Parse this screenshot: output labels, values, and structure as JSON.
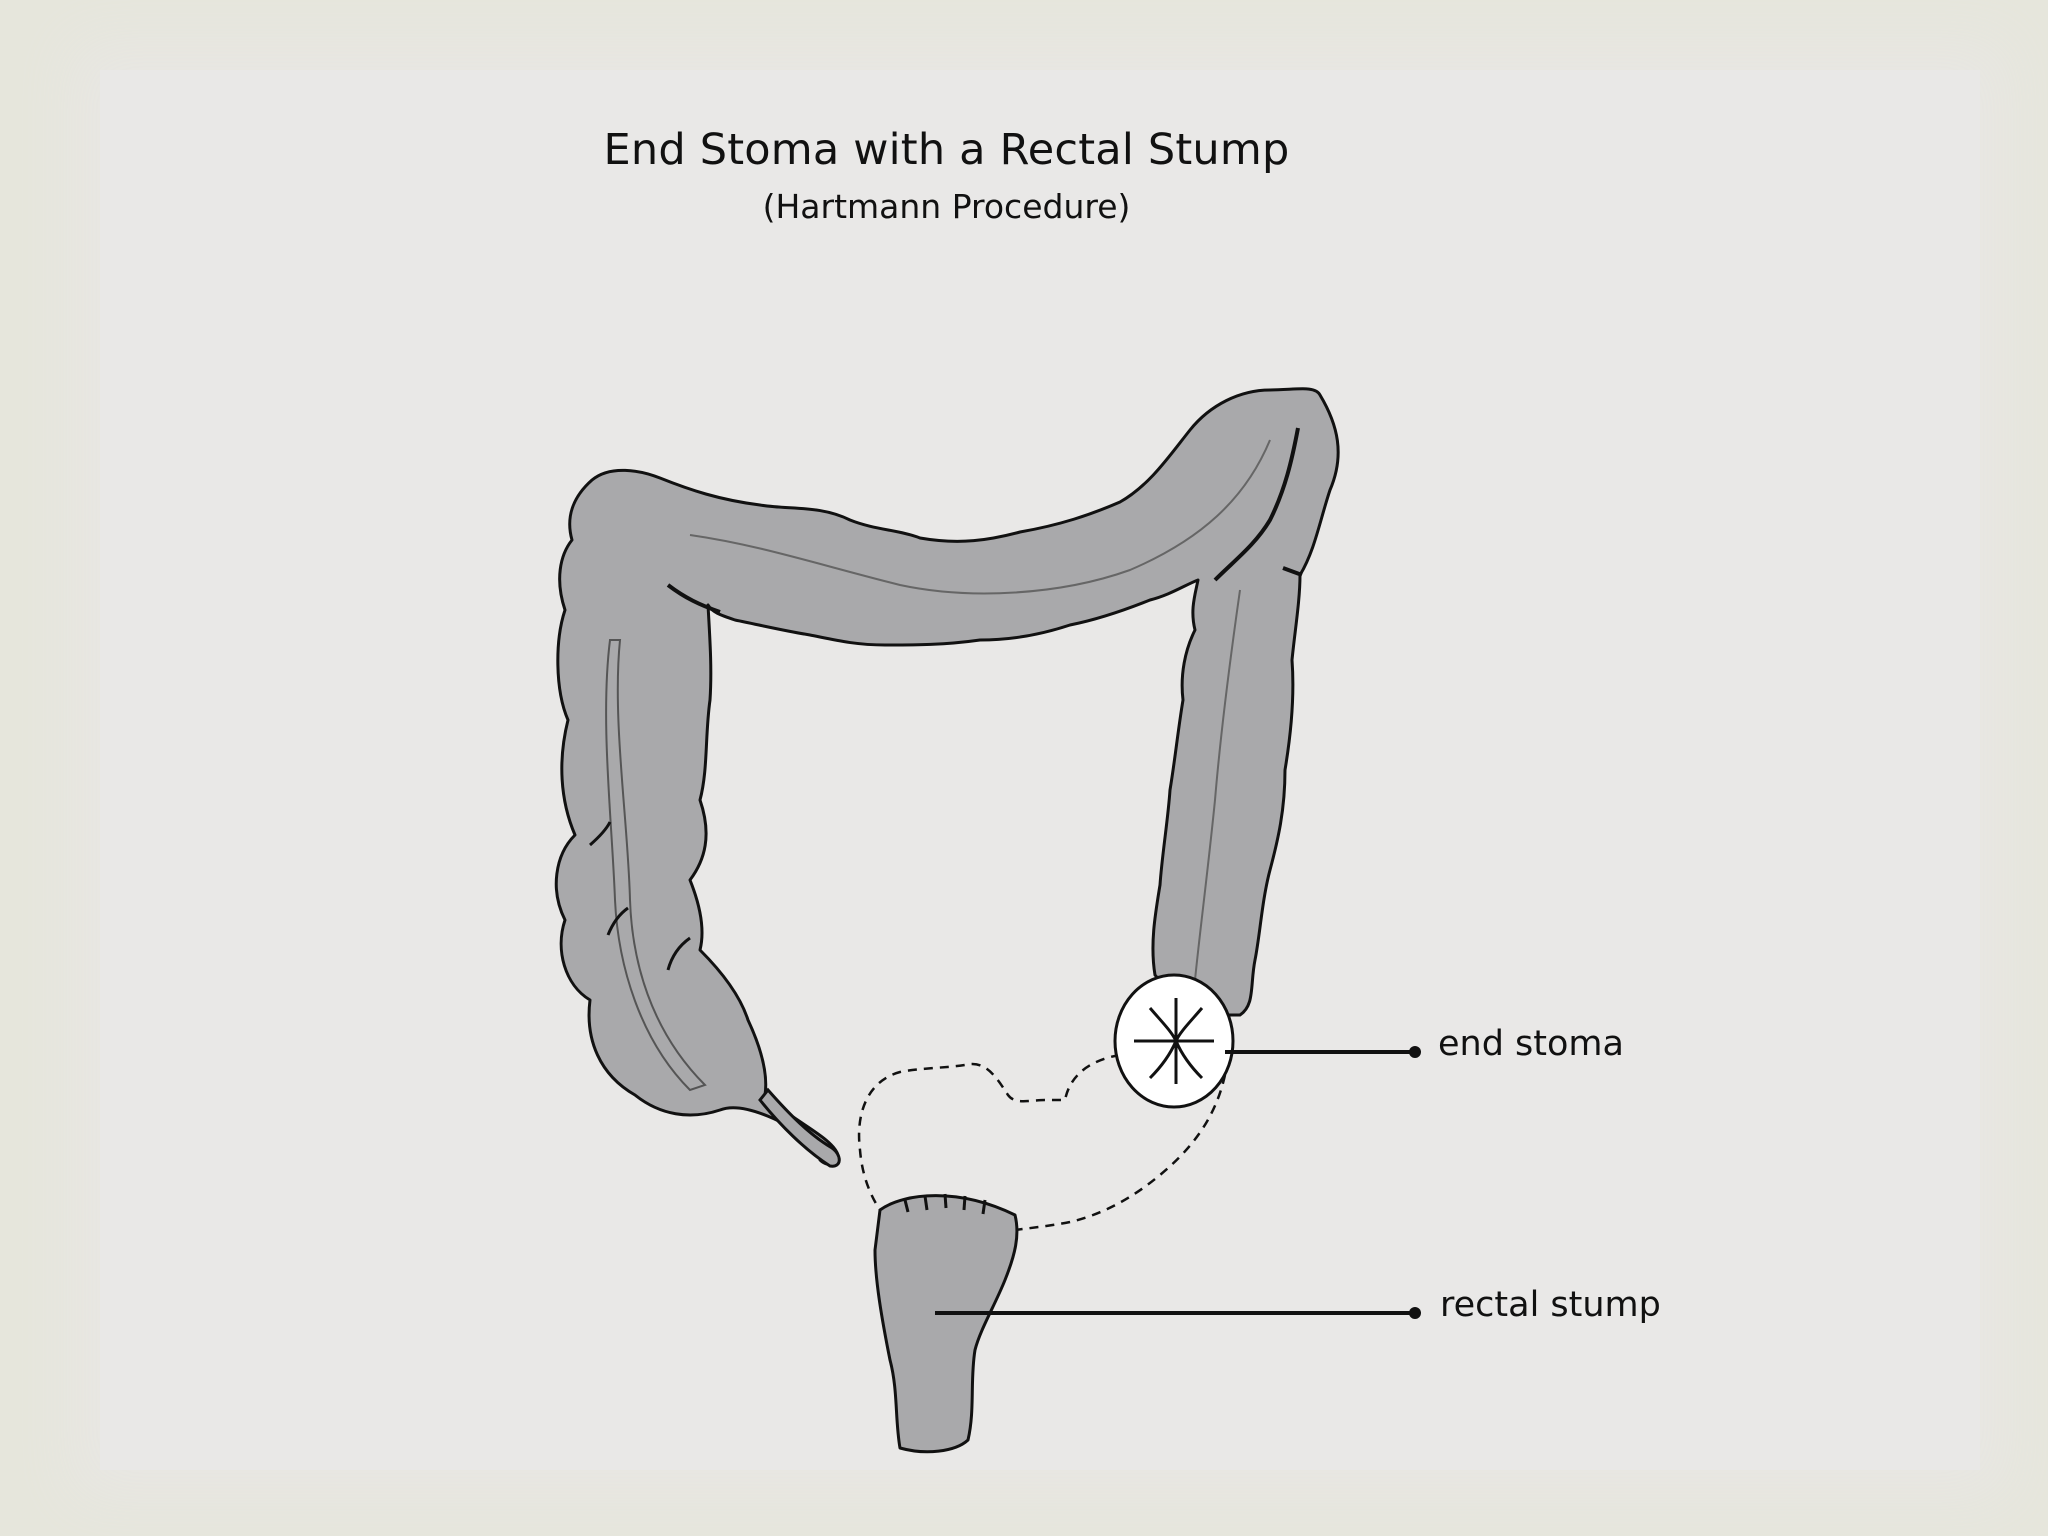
{
  "diagram": {
    "title": "End Stoma with a Rectal Stump",
    "subtitle": "(Hartmann Procedure)",
    "labels": {
      "end_stoma": "end stoma",
      "rectal_stump": "rectal stump"
    }
  },
  "colors": {
    "background_outer": "#e6e6dc",
    "background_panel": "#e9e8e7",
    "colon_fill": "#a9a9ab",
    "stoma_fill": "#ffffff",
    "outline": "#111111"
  }
}
